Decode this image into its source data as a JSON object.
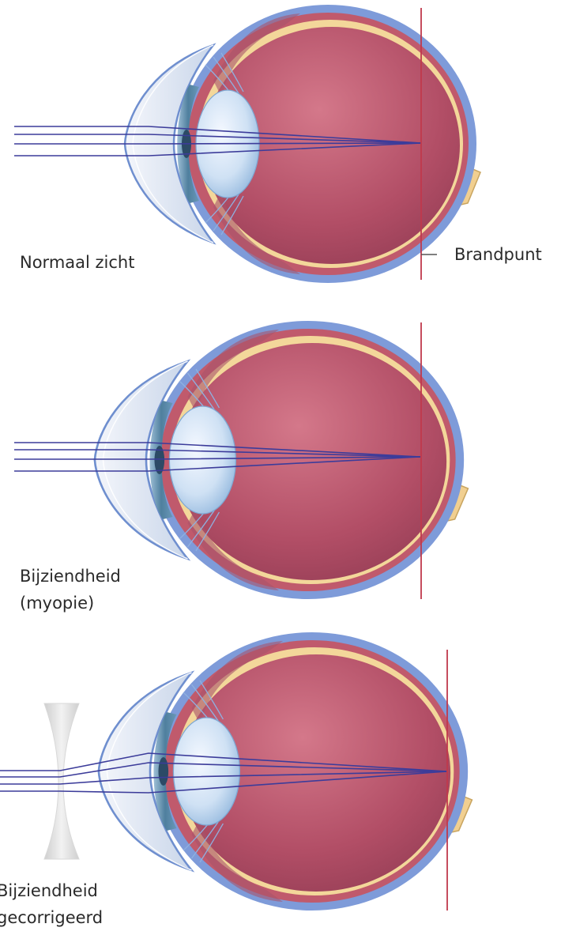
{
  "labels": {
    "normal": "Normaal zicht",
    "focal_point": "Brandpunt",
    "myopia_line1": "Bijziendheid",
    "myopia_line2": "(myopie)",
    "corrected_line1": "Bijziendheid",
    "corrected_line2": "gecorrigeerd"
  },
  "colors": {
    "sclera_outer": "#7e9bd9",
    "sclera_inner": "#5b7fcf",
    "choroid": "#c05a6c",
    "retina_yellow": "#f3d79a",
    "vitreous": "#b8566c",
    "lens": "#c9def2",
    "cornea": "#dfe6f2",
    "iris": "#4e7e9c",
    "ray": "#3c3c9a",
    "focal_line": "#c0394c",
    "optic_nerve": "#f1cf90",
    "concave_lens": "#dcdcdc"
  }
}
